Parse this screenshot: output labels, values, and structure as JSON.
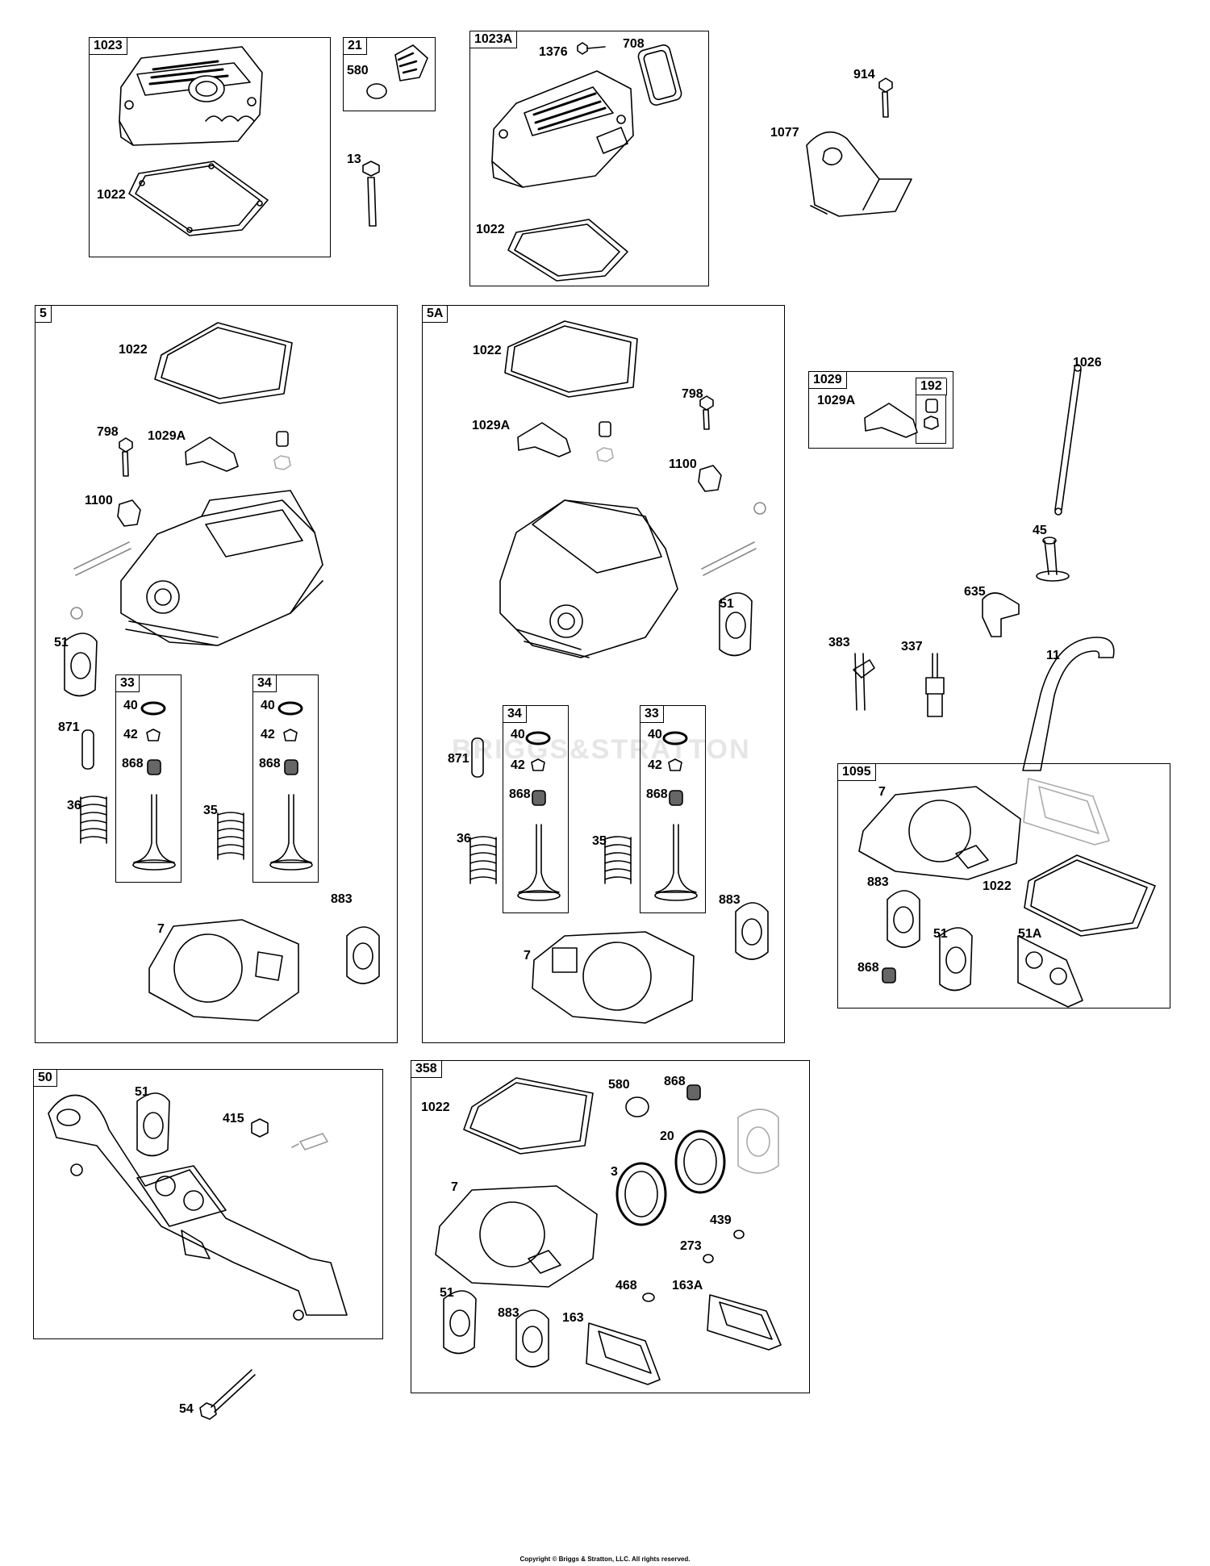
{
  "watermark": "BRIGGS&STRATTON",
  "copyright": "Copyright © Briggs & Stratton, LLC. All rights reserved.",
  "boxes": {
    "b1023": "1023",
    "b21": "21",
    "b1023a": "1023A",
    "b5": "5",
    "b5a": "5A",
    "b1029": "1029",
    "b192": "192",
    "b33l": "33",
    "b34l": "34",
    "b34m": "34",
    "b33m": "33",
    "b1095": "1095",
    "b50": "50",
    "b358": "358"
  },
  "labels": {
    "l_1022_a": "1022",
    "l_580_a": "580",
    "l_13": "13",
    "l_1376": "1376",
    "l_708": "708",
    "l_1022_b": "1022",
    "l_914": "914",
    "l_1077": "1077",
    "l_1022_c": "1022",
    "l_798_a": "798",
    "l_1029a_a": "1029A",
    "l_1100_a": "1100",
    "l_51_a": "51",
    "l_871_a": "871",
    "l_36_a": "36",
    "l_35_a": "35",
    "l_40_a": "40",
    "l_42_a": "42",
    "l_868_a": "868",
    "l_40_b": "40",
    "l_42_b": "42",
    "l_868_b": "868",
    "l_7_a": "7",
    "l_883_a": "883",
    "l_1022_d": "1022",
    "l_798_b": "798",
    "l_1029a_b": "1029A",
    "l_1100_b": "1100",
    "l_51_b": "51",
    "l_871_b": "871",
    "l_36_b": "36",
    "l_35_b": "35",
    "l_40_c": "40",
    "l_42_c": "42",
    "l_868_c": "868",
    "l_40_d": "40",
    "l_42_d": "42",
    "l_868_d": "868",
    "l_883_b": "883",
    "l_7_b": "7",
    "l_1029a_c": "1029A",
    "l_1026": "1026",
    "l_45": "45",
    "l_635": "635",
    "l_383": "383",
    "l_337": "337",
    "l_11": "11",
    "l_7_c": "7",
    "l_883_c": "883",
    "l_1022_e": "1022",
    "l_51_c": "51",
    "l_51a": "51A",
    "l_868_e": "868",
    "l_51_d": "51",
    "l_415": "415",
    "l_54": "54",
    "l_1022_f": "1022",
    "l_580_b": "580",
    "l_868_f": "868",
    "l_20": "20",
    "l_3": "3",
    "l_7_d": "7",
    "l_439": "439",
    "l_273": "273",
    "l_468": "468",
    "l_163a": "163A",
    "l_51_e": "51",
    "l_883_d": "883",
    "l_163": "163"
  }
}
